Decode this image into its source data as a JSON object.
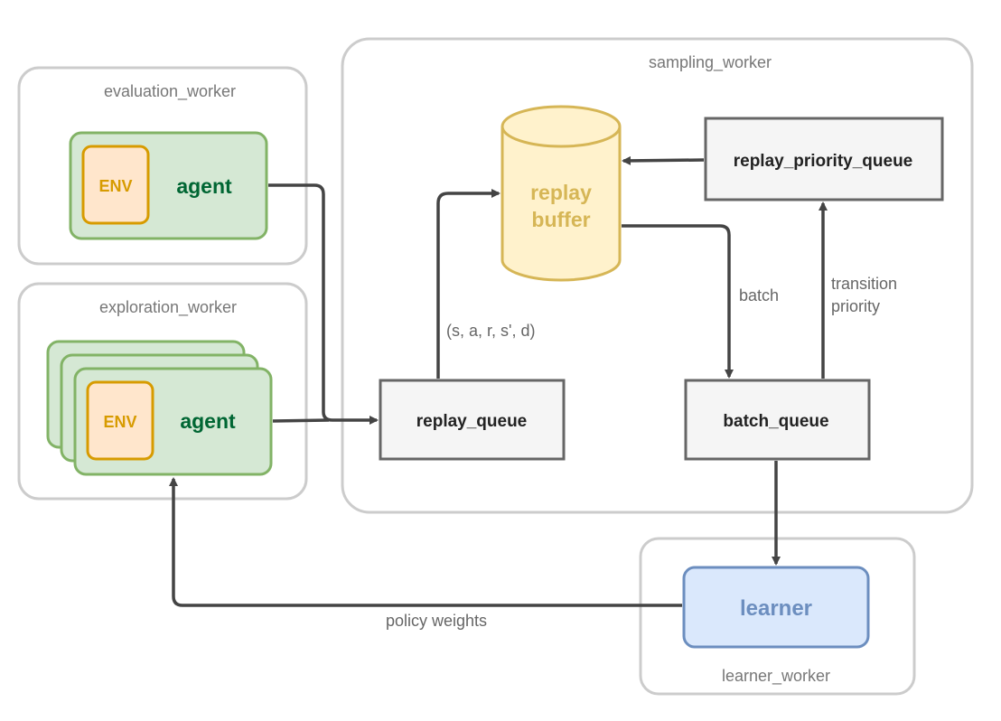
{
  "groups": {
    "evaluation": "evaluation_worker",
    "exploration": "exploration_worker",
    "sampling": "sampling_worker",
    "learner": "learner_worker"
  },
  "nodes": {
    "env": "ENV",
    "agent": "agent",
    "replay_buffer_line1": "replay",
    "replay_buffer_line2": "buffer",
    "replay_priority_queue": "replay_priority_queue",
    "replay_queue": "replay_queue",
    "batch_queue": "batch_queue",
    "learner": "learner"
  },
  "edges": {
    "transition_tuple": "(s, a, r, s', d)",
    "batch": "batch",
    "transition_priority_line1": "transition",
    "transition_priority_line2": "priority",
    "policy_weights": "policy weights"
  }
}
